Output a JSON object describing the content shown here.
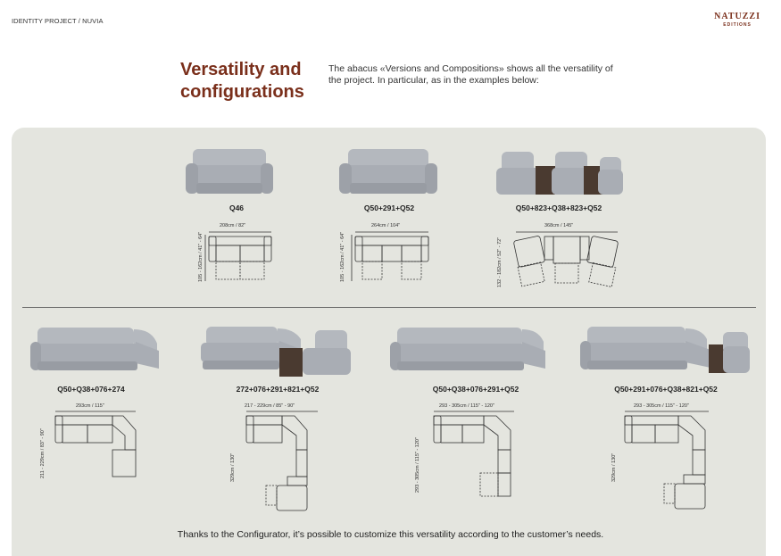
{
  "header": {
    "breadcrumb": "IDENTITY PROJECT / NUVIA",
    "brand_name": "NATUZZI",
    "brand_sub": "EDITIONS"
  },
  "title": "Versatility and configurations",
  "intro": "The abacus «Versions and Compositions» shows all the versatility of the project. In particular, as in the examples below:",
  "colors": {
    "accent": "#7a2f1b",
    "panel": "#e4e5df",
    "sofa": "#a9adb4",
    "console": "#4a3a30"
  },
  "row1": [
    {
      "code": "Q46",
      "width": "208cm / 82\"",
      "depth": "105 - 162cm / 41\" - 64\""
    },
    {
      "code": "Q50+291+Q52",
      "width": "264cm / 104\"",
      "depth": "105 - 162cm / 41\" - 64\""
    },
    {
      "code": "Q50+823+Q38+823+Q52",
      "width": "368cm / 145\"",
      "depth": "132 - 182cm / 52\" - 72\""
    }
  ],
  "row2": [
    {
      "code": "Q50+Q38+076+274",
      "width": "293cm / 115\"",
      "depth": "211 - 229cm / 83\" - 90\""
    },
    {
      "code": "272+076+291+821+Q52",
      "width": "217 - 229cm / 85\" - 90\"",
      "depth": "329cm / 130\""
    },
    {
      "code": "Q50+Q38+076+291+Q52",
      "width": "293 - 305cm / 115\" - 120\"",
      "depth": "293 - 305cm / 115\" - 120\""
    },
    {
      "code": "Q50+291+076+Q38+821+Q52",
      "width": "293 - 305cm / 115\" - 120\"",
      "depth": "329cm / 130\""
    }
  ],
  "footer": "Thanks to the Configurator, it’s possible to customize this versatility according to the customer’s needs."
}
